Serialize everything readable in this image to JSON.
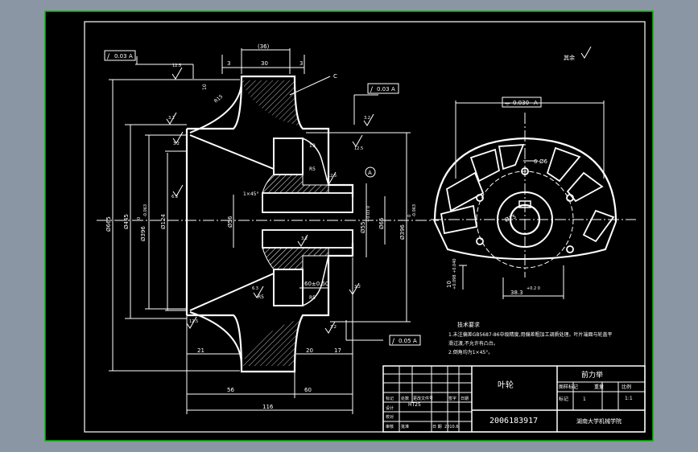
{
  "colors": {
    "background": "#8a96a3",
    "sheet": "#000000",
    "sheet_border": "#00c000",
    "line": "#ffffff",
    "section_hatch": "#ffffff"
  },
  "view_main": {
    "gdt_top_left": {
      "symbol": "/",
      "value": "0.03",
      "datum": "A"
    },
    "gdt_top_right": {
      "symbol": "/",
      "value": "0.03",
      "datum": "A"
    },
    "gdt_bottom_right": {
      "symbol": "/",
      "value": "0.05",
      "datum": "A"
    },
    "dims": {
      "overall_top": "(36)",
      "top_3_left": "3",
      "top_30": "30",
      "top_3_right": "3",
      "chamfer_c": "C",
      "r15": "R15",
      "h10": "10",
      "d665": "Ø665",
      "d445": "Ø445",
      "d396": "Ø396",
      "d396_tol_hi": "0",
      "d396_tol_lo": "-0.063",
      "d124": "Ø124",
      "d56": "Ø56",
      "d55": "Ø55",
      "d55_tol": "+0.03 0",
      "d65": "Ø65",
      "d396r": "Ø396",
      "d396r_tol_hi": "0",
      "d396r_tol_lo": "-0.063",
      "r19": "19",
      "r5a": "R5",
      "r5b": "R5",
      "r5c": "R5",
      "hub_1x45": "1×45°",
      "hub_60": "60±0.50",
      "b56": "56",
      "b60": "60",
      "b116": "116",
      "b21": "21",
      "b20": "20",
      "b17": "17",
      "datum_a": "A"
    },
    "roughness": [
      "12.5",
      "12.5",
      "3.2",
      "3.2",
      "6.3",
      "12.5",
      "6.3",
      "3.2",
      "3.2",
      "12.5",
      "3.2",
      "3.2"
    ]
  },
  "view_side": {
    "gdt": {
      "symbol": "⌯",
      "value": "0.030",
      "datum": "A"
    },
    "holes": "6-Ø6",
    "d75": "Ø75",
    "keyway_width": "10",
    "keyway_tol": "+0.098 +0.040",
    "keyway_depth": "38.3",
    "keyway_depth_tol": "+0.2 0"
  },
  "surface_note": "其余",
  "tech_requirements": {
    "title": "技术要求",
    "lines": [
      "1.未注偏差GB5687-86中级精度,用偏差粗加工调质处理。叶片端面与轮盖平",
      "滑过渡,不允许有凸台。",
      "2.倒角均为1×45°。"
    ]
  },
  "title_block": {
    "part_name": "叶轮",
    "company": "前力举",
    "drawing_no": "2006183917",
    "school": "湖南大学机械学院",
    "material": "HT25",
    "headers": [
      "图样标记",
      "重量",
      "比例"
    ],
    "count_label": "标记",
    "quantity": "1",
    "scale": "1:1",
    "rev_headers": [
      "标记",
      "处数",
      "更改文件号",
      "签字",
      "日期"
    ],
    "rows": [
      "设计",
      "校对",
      "审核",
      "批准"
    ],
    "date_label": "日 期",
    "date": "2010.6"
  }
}
